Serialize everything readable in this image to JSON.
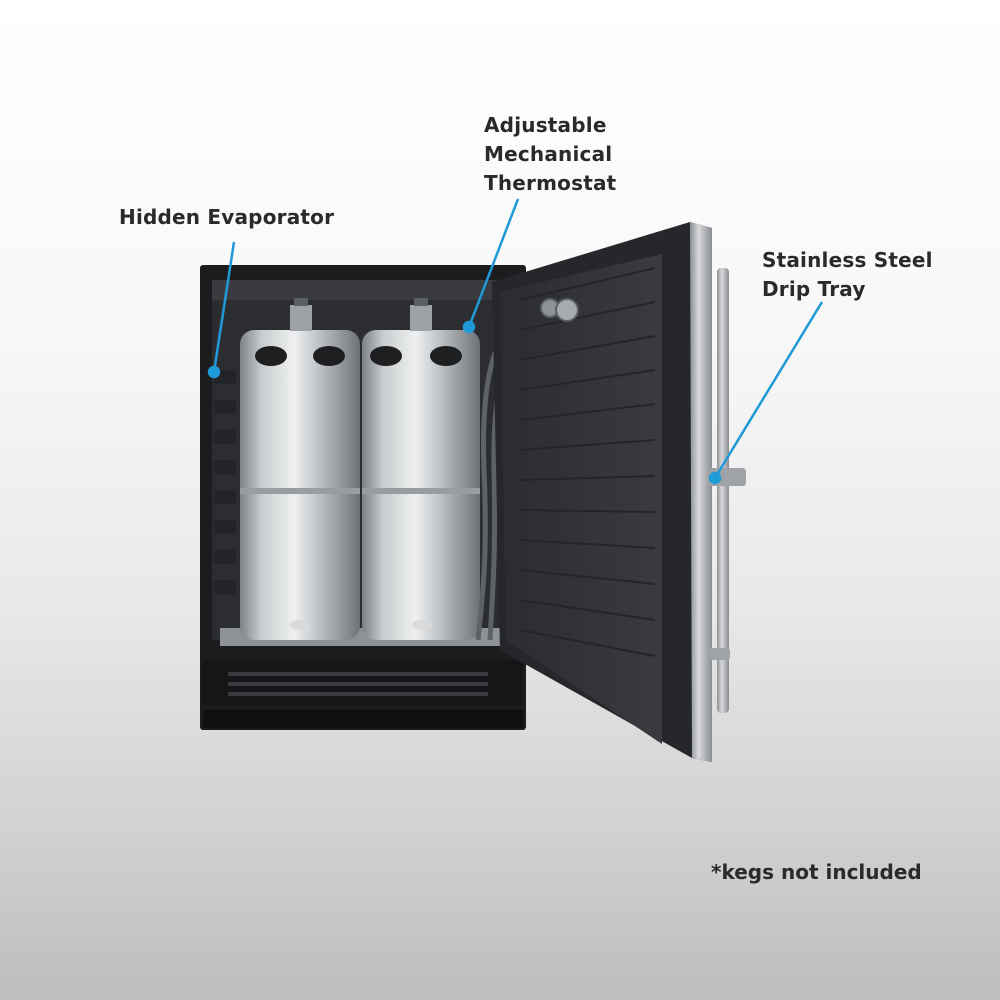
{
  "callouts": {
    "thermostat": {
      "lines": [
        "Adjustable",
        "Mechanical",
        "Thermostat"
      ]
    },
    "evaporator": {
      "lines": [
        "Hidden Evaporator"
      ]
    },
    "drip_tray": {
      "lines": [
        "Stainless Steel",
        "Drip Tray"
      ]
    }
  },
  "note": "*kegs not included",
  "colors": {
    "leader_line": "#1e9ad6",
    "cabinet": "#1c1c1e",
    "steel": "#b9bcbf",
    "text": "#2a2a2a"
  }
}
